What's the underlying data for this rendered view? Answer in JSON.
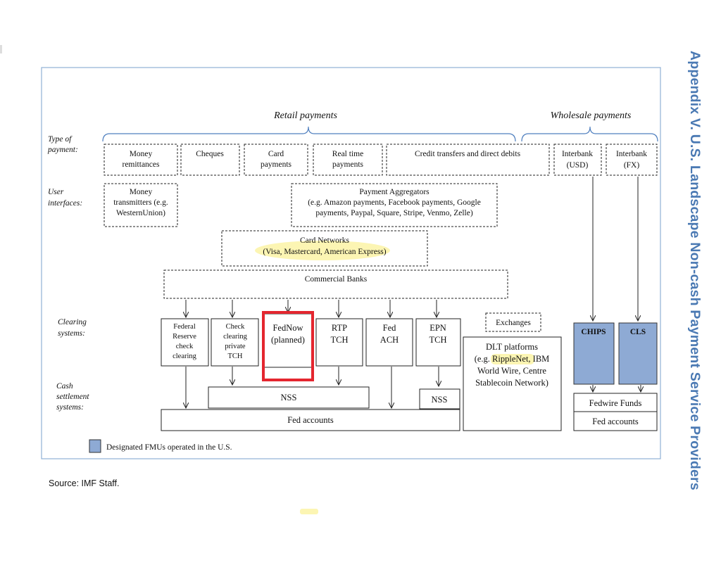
{
  "side_title": "Appendix V. U.S. Landscape Non-cash Payment Service Providers",
  "source": "Source: IMF Staff.",
  "groups": {
    "retail": "Retail payments",
    "wholesale": "Wholesale payments"
  },
  "row_labels": {
    "type_of_payment": [
      "Type of",
      "payment:"
    ],
    "user_interfaces": [
      "User",
      "interfaces:"
    ],
    "clearing_systems": [
      "Clearing",
      "systems:"
    ],
    "cash_settlement": [
      "Cash",
      "settlement",
      "systems:"
    ]
  },
  "payment_types": [
    [
      "Money",
      "remittances"
    ],
    [
      "Cheques"
    ],
    [
      "Card",
      "payments"
    ],
    [
      "Real time",
      "payments"
    ],
    [
      "Credit transfers and direct debits"
    ],
    [
      "Interbank",
      "(USD)"
    ],
    [
      "Interbank",
      "(FX)"
    ]
  ],
  "money_transmitters": [
    "Money",
    "transmitters (e.g.",
    "WesternUnion)"
  ],
  "payment_aggregators": [
    "Payment Aggregators",
    "(e.g. Amazon payments, Facebook payments, Google",
    "payments, Paypal, Square, Stripe, Venmo, Zelle)"
  ],
  "card_networks": [
    "Card Networks",
    "(Visa, Mastercard, American Express)"
  ],
  "commercial_banks": "Commercial Banks",
  "clearing": {
    "frs": [
      "Federal",
      "Reserve",
      "check",
      "clearing"
    ],
    "check_private": [
      "Check",
      "clearing",
      "private",
      "TCH"
    ],
    "fednow": [
      "FedNow",
      "(planned)"
    ],
    "rtp": [
      "RTP",
      "TCH"
    ],
    "fed_ach": [
      "Fed",
      "ACH"
    ],
    "epn": [
      "EPN",
      "TCH"
    ],
    "exchanges": "Exchanges",
    "dlt": [
      "DLT platforms",
      "(e.g. RippleNet, IBM",
      "World Wire, Centre",
      "Stablecoin Network)"
    ],
    "chips": "CHIPS",
    "cls": "CLS"
  },
  "settlement": {
    "nss_1": "NSS",
    "nss_2": "NSS",
    "fed_accounts": "Fed accounts",
    "fedwire_funds": "Fedwire Funds",
    "fed_accounts_2": "Fed accounts"
  },
  "legend": "Designated FMUs operated in the U.S.",
  "colors": {
    "fmu_fill": "#8eaad4",
    "frame": "#8fb0d6",
    "accent_blue": "#4a79b3",
    "highlight_red": "#e4262f",
    "highlight_yellow": "#fbf3a6"
  }
}
